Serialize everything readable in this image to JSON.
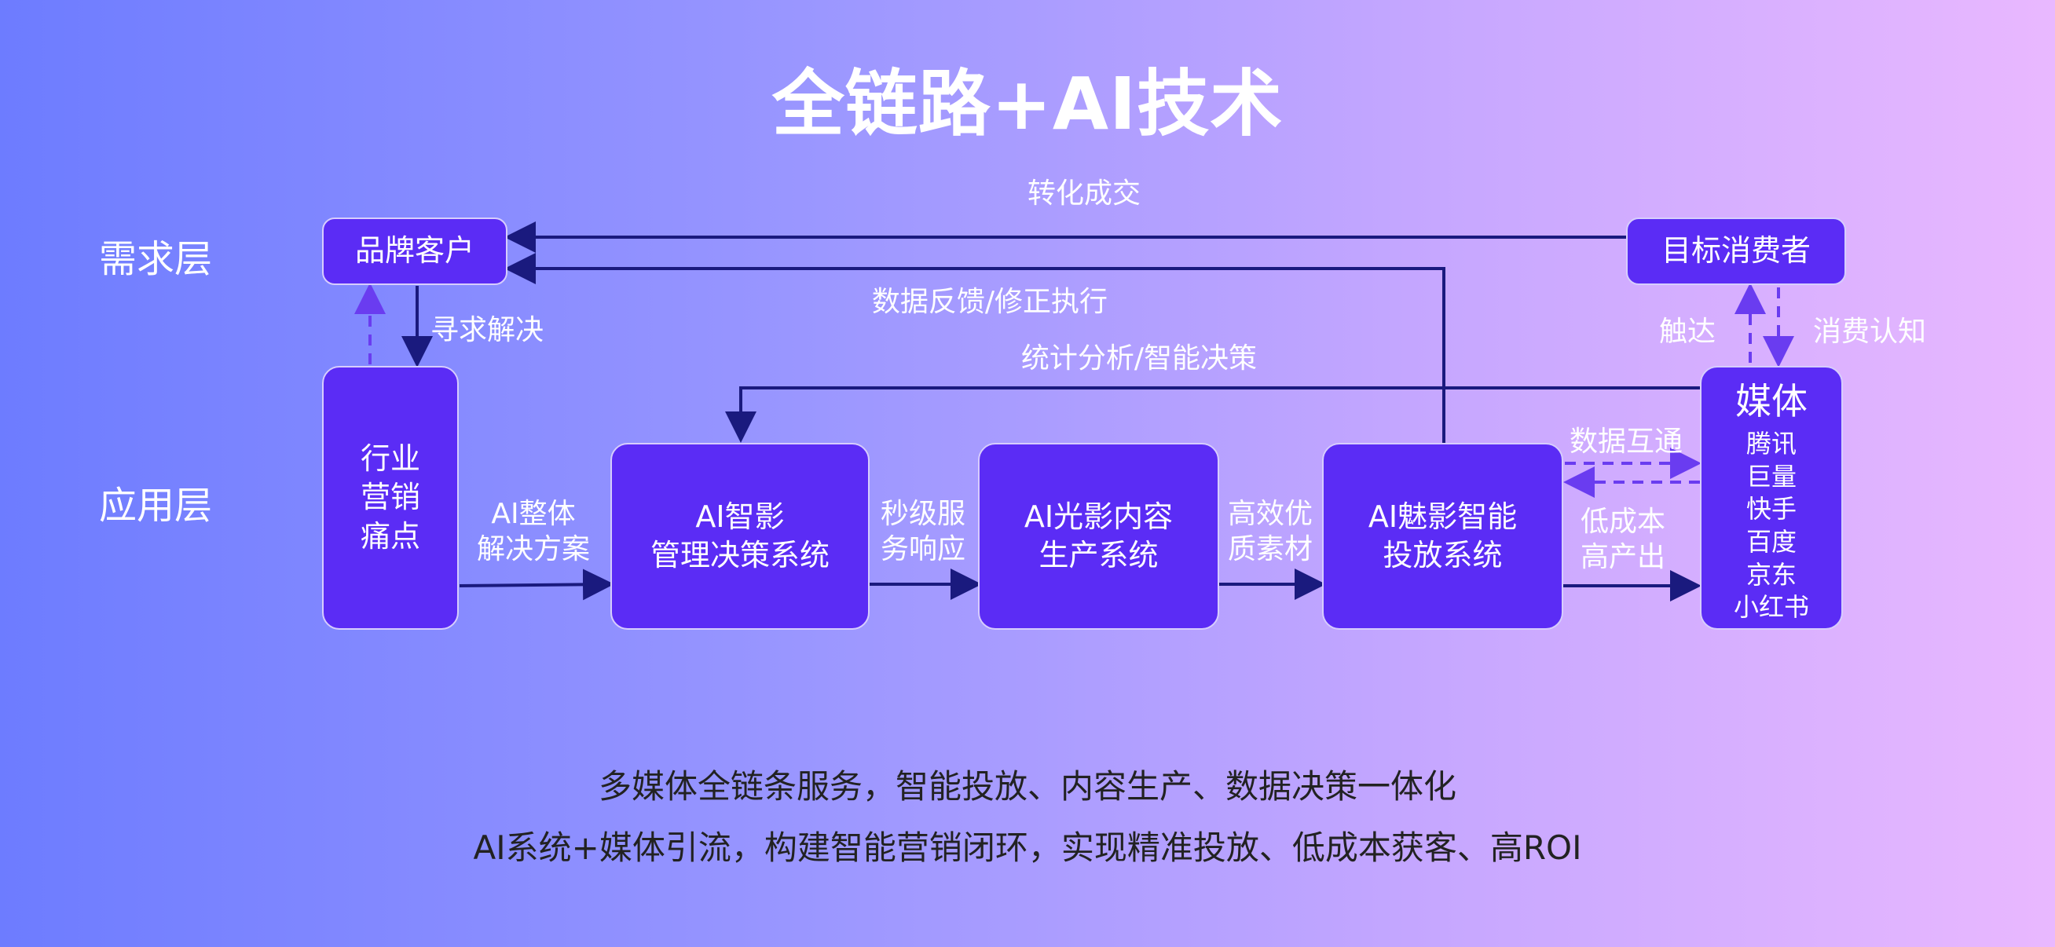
{
  "title": "全链路+AI技术",
  "layers": {
    "demand": "需求层",
    "application": "应用层"
  },
  "boxes": {
    "brand_client": "品牌客户",
    "target_consumer": "目标消费者",
    "pain_points": "行业\n营销\n痛点",
    "ai_zhiying": "AI智影\n管理决策系统",
    "ai_guangying": "AI光影内容\n生产系统",
    "ai_meiying": "AI魅影智能\n投放系统",
    "media": {
      "heading": "媒体",
      "items": [
        "腾讯",
        "巨量",
        "快手",
        "百度",
        "京东",
        "小红书"
      ]
    }
  },
  "edge_labels": {
    "conversion": "转化成交",
    "data_feedback": "数据反馈/修正执行",
    "stats_analysis": "统计分析/智能决策",
    "seek_solution": "寻求解决",
    "ai_solution": "AI整体\n解决方案",
    "second_service": "秒级服\n务响应",
    "quality_material": "高效优\n质素材",
    "data_interop": "数据互通",
    "low_cost": "低成本\n高产出",
    "reach": "触达",
    "consumer_cognition": "消费认知"
  },
  "footer": {
    "line1": "多媒体全链条服务，智能投放、内容生产、数据决策一体化",
    "line2": "AI系统+媒体引流，构建智能营销闭环，实现精准投放、低成本获客、高ROI"
  },
  "colors": {
    "box_fill": "#5b2cf5",
    "arrow_solid": "#1a1a7e",
    "arrow_dashed": "#6a3cf0",
    "footer_text": "#222222"
  }
}
